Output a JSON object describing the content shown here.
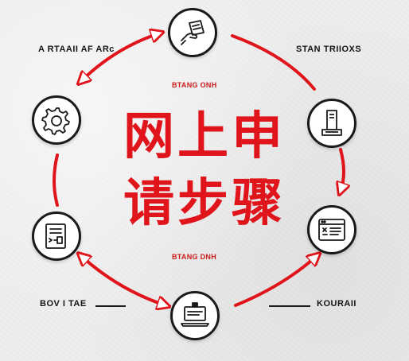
{
  "title": {
    "line1": "网上申",
    "line2": "请步骤"
  },
  "sublabels": {
    "top": "BTANG ONH",
    "bottom": "BTANG DNH"
  },
  "labels": {
    "top_left": "A RTAAII AF ARc",
    "top_right": "STAN TRIIOXS",
    "bottom_left": "BOV I TAE",
    "bottom_right": "KOURAII"
  },
  "steps": [
    {
      "icon": "hand-document-icon"
    },
    {
      "icon": "printer-device-icon"
    },
    {
      "icon": "browser-form-icon"
    },
    {
      "icon": "laptop-screen-icon"
    },
    {
      "icon": "document-form-icon"
    },
    {
      "icon": "gear-settings-icon"
    }
  ],
  "colors": {
    "accent": "#e0151b",
    "ink": "#1a1a1a",
    "background": "#ededed"
  }
}
